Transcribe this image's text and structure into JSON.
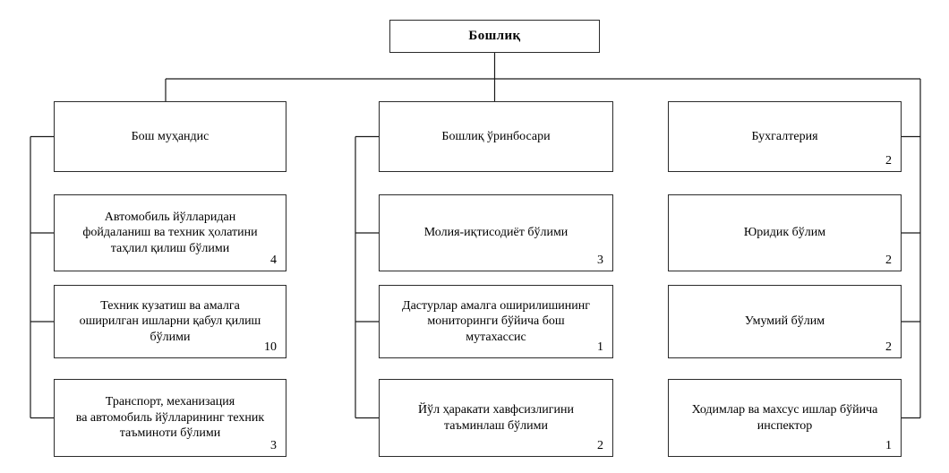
{
  "colors": {
    "background": "#ffffff",
    "line": "#1a1a1a",
    "box_border": "#2b2b2b",
    "text": "#000000"
  },
  "org_chart": {
    "root": {
      "label": "Бошлиқ"
    },
    "left_branch": {
      "head": {
        "label": "Бош муҳандис"
      },
      "items": [
        {
          "label": "Автомобиль йўлларидан\nфойдаланиш ва техник ҳолатини\nтаҳлил қилиш бўлими",
          "count": "4"
        },
        {
          "label": "Техник кузатиш ва амалга\nоширилган ишларни қабул қилиш\nбўлими",
          "count": "10"
        },
        {
          "label": "Транспорт, механизация\nва автомобиль йўлларининг техник\nтаъминоти бўлими",
          "count": "3"
        }
      ]
    },
    "middle_branch": {
      "head": {
        "label": "Бошлиқ ўринбосари"
      },
      "items": [
        {
          "label": "Молия-иқтисодиёт бўлими",
          "count": "3"
        },
        {
          "label": "Дастурлар амалга оширилишининг\nмониторинги бўйича бош\nмутахассис",
          "count": "1"
        },
        {
          "label": "Йўл ҳаракати хавфсизлигини\nтаъминлаш бўлими",
          "count": "2"
        }
      ]
    },
    "right_branch": {
      "items": [
        {
          "label": "Бухгалтерия",
          "count": "2"
        },
        {
          "label": "Юридик бўлим",
          "count": "2"
        },
        {
          "label": "Умумий бўлим",
          "count": "2"
        },
        {
          "label": "Ходимлар ва махсус ишлар бўйича\nинспектор",
          "count": "1"
        }
      ]
    }
  }
}
